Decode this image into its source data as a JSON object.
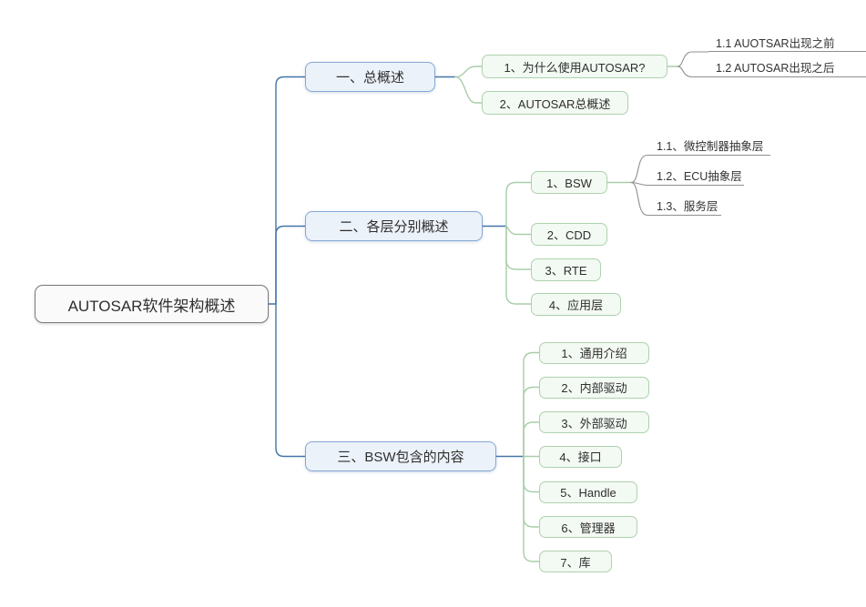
{
  "canvas": {
    "background": "#ffffff"
  },
  "palette": {
    "branch_line": "#4474a8",
    "child_line": "#a9cda9",
    "leaf_line": "#8f8f8f",
    "root_border": "#7b7b7b",
    "root_fill": "#fafafa",
    "branch_border": "#85a8d4",
    "branch_fill": "#ecf2fa",
    "child_border": "#aed2ae",
    "child_fill": "#f3f9f3",
    "text": "#2f2f2f"
  },
  "root": {
    "label": "AUTOSAR软件架构概述"
  },
  "branches": [
    {
      "label": "一、总概述",
      "children": [
        {
          "label": "1、为什么使用AUTOSAR?",
          "children": [
            {
              "label": "1.1 AUOTSAR出现之前"
            },
            {
              "label": "1.2 AUTOSAR出现之后"
            }
          ]
        },
        {
          "label": "2、AUTOSAR总概述"
        }
      ]
    },
    {
      "label": "二、各层分别概述",
      "children": [
        {
          "label": "1、BSW",
          "children": [
            {
              "label": "1.1、微控制器抽象层"
            },
            {
              "label": "1.2、ECU抽象层"
            },
            {
              "label": "1.3、服务层"
            }
          ]
        },
        {
          "label": "2、CDD"
        },
        {
          "label": "3、RTE"
        },
        {
          "label": "4、应用层"
        }
      ]
    },
    {
      "label": "三、BSW包含的内容",
      "children": [
        {
          "label": "1、通用介绍"
        },
        {
          "label": "2、内部驱动"
        },
        {
          "label": "3、外部驱动"
        },
        {
          "label": "4、接口"
        },
        {
          "label": "5、Handle"
        },
        {
          "label": "6、管理器"
        },
        {
          "label": "7、库"
        }
      ]
    }
  ]
}
